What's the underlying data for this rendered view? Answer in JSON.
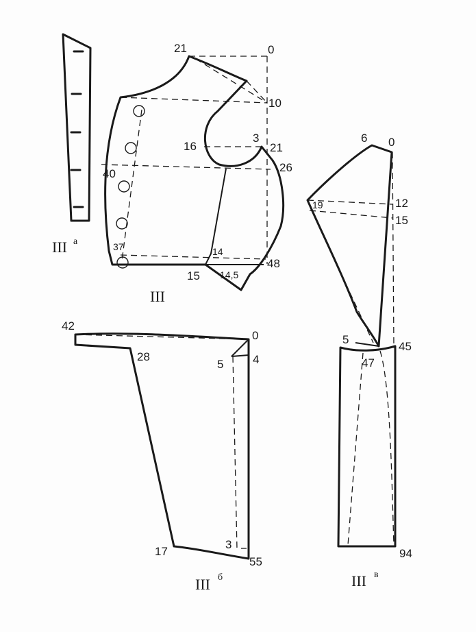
{
  "piece_front": {
    "caption": "III",
    "points": {
      "p21_top": "21",
      "p0": "0",
      "p10": "10",
      "p16": "16",
      "p3": "3",
      "p21_mid": "21",
      "p40": "40",
      "p26": "26",
      "p37": "37",
      "p14": "14",
      "p48": "48",
      "p15": "15",
      "p14_5": "14,5"
    }
  },
  "piece_facing": {
    "caption": "III",
    "sup": "а"
  },
  "piece_collar": {
    "caption": "III",
    "sup": "б",
    "points": {
      "p42": "42",
      "p28": "28",
      "p0": "0",
      "p5": "5",
      "p4": "4",
      "p17": "17",
      "p3": "3",
      "p55": "55"
    }
  },
  "piece_sleeve": {
    "caption": "III",
    "sup": "в",
    "points": {
      "p6": "6",
      "p0": "0",
      "p19": "19",
      "p12": "12",
      "p15": "15",
      "p5": "5",
      "p45": "45",
      "p47": "47",
      "p94": "94"
    }
  }
}
